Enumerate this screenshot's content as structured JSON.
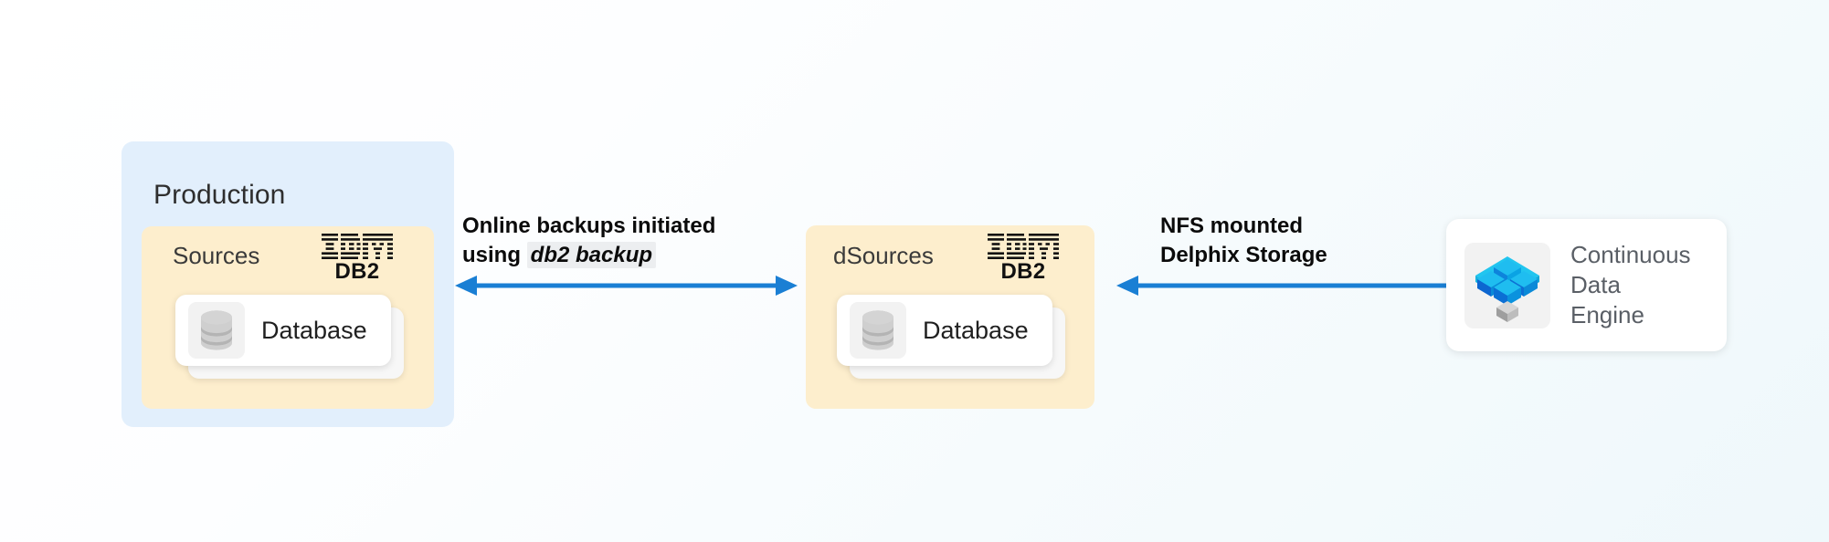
{
  "diagram": {
    "title": "IBM DB2 source to Delphix Continuous Data Engine dataflow",
    "background_start": "#ffffff",
    "background_end": "#eff8fb",
    "arrow_color": "#1a7fd4"
  },
  "environment": {
    "name": "production",
    "label": "Production",
    "fill": "#e2effc"
  },
  "source_group": {
    "name": "sources",
    "label": "Sources",
    "fill": "#fdeecd",
    "vendor_logo": "ibm-logo",
    "product_label": "DB2",
    "dataset": {
      "label": "Database",
      "icon": "database-cylinder-icon"
    }
  },
  "dsource_group": {
    "name": "dsources",
    "label": "dSources",
    "fill": "#fdeecd",
    "vendor_logo": "ibm-logo",
    "product_label": "DB2",
    "dataset": {
      "label": "Database",
      "icon": "database-cylinder-icon"
    }
  },
  "flow_backup": {
    "name": "backup-flow",
    "caption_line1": "Online backups initiated",
    "caption_line2_prefix": "using ",
    "caption_code": "db2 backup",
    "direction": "bidirectional",
    "color": "#1a7fd4"
  },
  "flow_nfs": {
    "name": "nfs-flow",
    "caption_line1": "NFS mounted",
    "caption_line2": "Delphix Storage",
    "direction": "right-to-left",
    "color": "#1a7fd4"
  },
  "engine": {
    "name": "continuous-data-engine",
    "label": "Continuous\nData\nEngine",
    "icon": "delphix-cubes-icon",
    "icon_colors": {
      "platform": "#21c5ef",
      "cube_light": "#1fbdf0",
      "cube_mid": "#0aa3e4",
      "cube_dark": "#0b6fd4",
      "small_cube": "#bdbdbd"
    }
  }
}
